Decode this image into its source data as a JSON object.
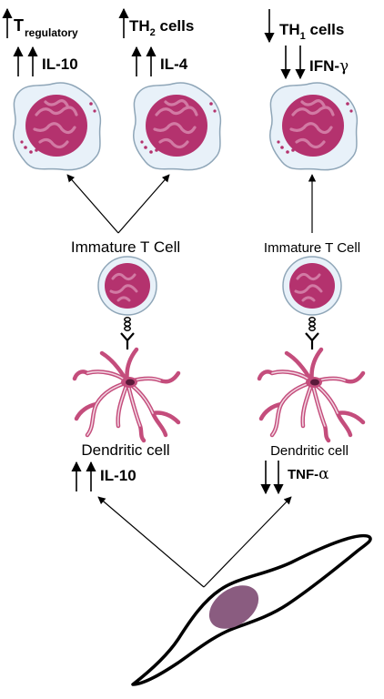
{
  "top": {
    "treg": {
      "letter": "T",
      "sub": "regulatory",
      "cytokine": "IL-10"
    },
    "th2": {
      "prefix": "TH",
      "sub": "2",
      "suffix": " cells",
      "cytokine": "IL-4"
    },
    "th1": {
      "prefix": "TH",
      "sub": "1",
      "suffix": " cells",
      "cytokine": "IFN-",
      "greek": "γ"
    }
  },
  "middle": {
    "left_label": "Immature T Cell",
    "right_label": "Immature T Cell"
  },
  "bottom": {
    "left_label": "Dendritic cell",
    "right_label": "Dendritic cell",
    "left_cytokine": "IL-10",
    "right_cytokine_prefix": "TNF-",
    "right_cytokine_greek": "α"
  },
  "colors": {
    "nucleus": "#b4326e",
    "nucleus_pattern": "#d27aa4",
    "cytoplasm": "#e6f0f8",
    "cytoplasm_edge": "#8fa6b8",
    "dendrite": "#c44d7c",
    "stem_cell_nucleus": "#8a5c80"
  }
}
